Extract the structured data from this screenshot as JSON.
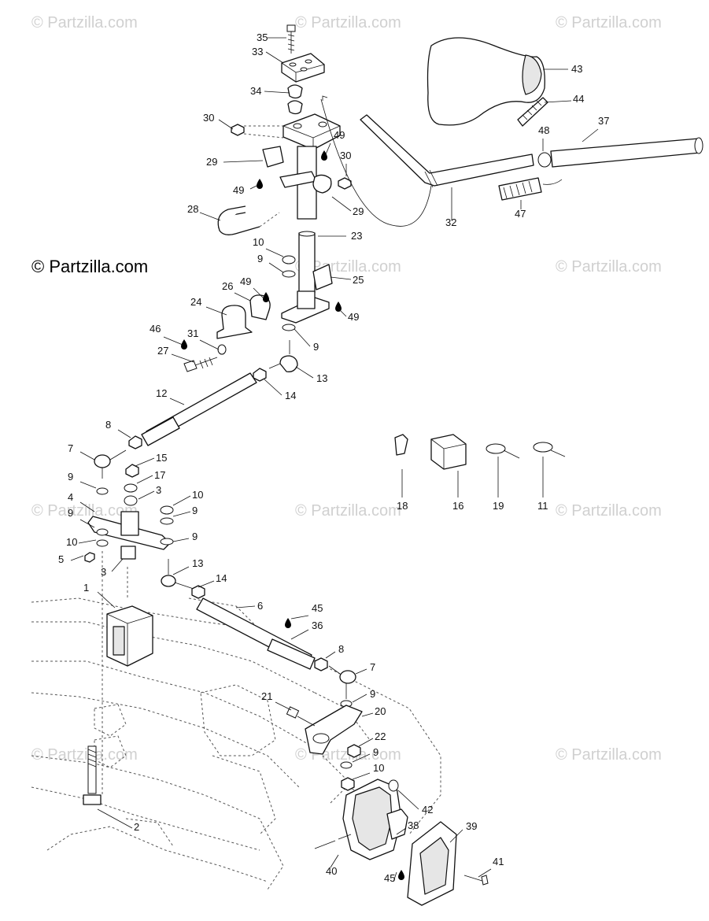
{
  "watermark": "© Partzilla.com",
  "brand_text": "© Partzilla.com",
  "callouts": [
    "35",
    "33",
    "34",
    "30",
    "29",
    "49",
    "49",
    "30",
    "29",
    "28",
    "23",
    "10",
    "9",
    "25",
    "26",
    "49",
    "24",
    "49",
    "46",
    "31",
    "9",
    "27",
    "13",
    "14",
    "12",
    "8",
    "7",
    "15",
    "17",
    "9",
    "3",
    "10",
    "4",
    "9",
    "9",
    "10",
    "9",
    "5",
    "3",
    "13",
    "14",
    "1",
    "6",
    "45",
    "36",
    "8",
    "7",
    "9",
    "21",
    "20",
    "22",
    "9",
    "10",
    "42",
    "2",
    "38",
    "39",
    "40",
    "45",
    "41",
    "43",
    "44",
    "37",
    "48",
    "32",
    "47",
    "18",
    "16",
    "19",
    "11"
  ]
}
